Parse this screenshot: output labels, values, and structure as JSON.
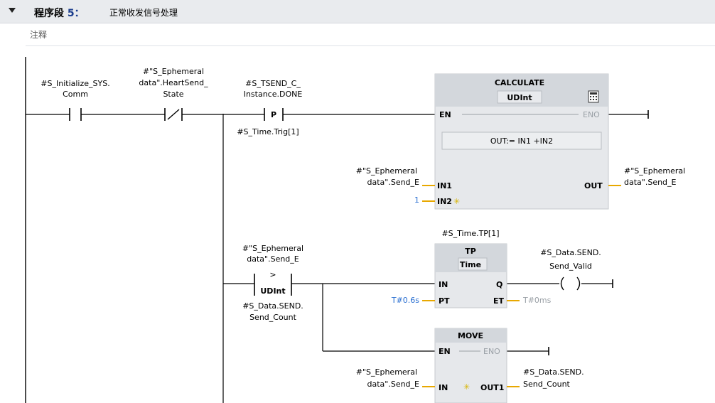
{
  "network": {
    "title_prefix": "程序段",
    "number": "5：",
    "name": "正常收发信号处理",
    "comment": "注释"
  },
  "contacts": {
    "c1": {
      "line1": "#S_Initialize_SYS.",
      "line2": "Comm"
    },
    "c2": {
      "line1": "#\"S_Ephemeral",
      "line2": "data\".HeartSend_",
      "line3": "State"
    },
    "c3": {
      "line1": "#S_TSEND_C_",
      "line2": "Instance.DONE",
      "sym": "P",
      "bottom": "#S_Time.Trig[1]"
    }
  },
  "calculate": {
    "title": "CALCULATE",
    "type": "UDInt",
    "en": "EN",
    "eno": "ENO",
    "formula": "OUT:=  IN1 +IN2",
    "in1": "IN1",
    "in2": "IN2",
    "out": "OUT",
    "in1_var1": "#\"S_Ephemeral",
    "in1_var2": "data\".Send_E",
    "in2_val": "1",
    "out_var1": "#\"S_Ephemeral",
    "out_var2": "data\".Send_E",
    "star": "✳"
  },
  "compare": {
    "top1": "#\"S_Ephemeral",
    "top2": "data\".Send_E",
    "op": ">",
    "type": "UDInt",
    "bot1": "#S_Data.SEND.",
    "bot2": "Send_Count"
  },
  "tp": {
    "instance": "#S_Time.TP[1]",
    "title": "TP",
    "type": "Time",
    "in": "IN",
    "q": "Q",
    "pt": "PT",
    "et": "ET",
    "pt_val": "T#0.6s",
    "et_val": "T#0ms",
    "coil1": "#S_Data.SEND.",
    "coil2": "Send_Valid"
  },
  "move": {
    "title": "MOVE",
    "en": "EN",
    "eno": "ENO",
    "in": "IN",
    "out1": "OUT1",
    "in_var1": "#\"S_Ephemeral",
    "in_var2": "data\".Send_E",
    "out_var1": "#S_Data.SEND.",
    "out_var2": "Send_Count",
    "star": "✳"
  },
  "icons": {
    "collapse": "triangle-down-icon",
    "calculator": "calculator-icon"
  },
  "colors": {
    "header_bg": "#e9ebee",
    "box_fill": "#e6e8eb",
    "title_fill": "#d3d7dc",
    "constant": "#2a6fd1",
    "disabled": "#9aa0a6",
    "star": "#d8b400"
  }
}
